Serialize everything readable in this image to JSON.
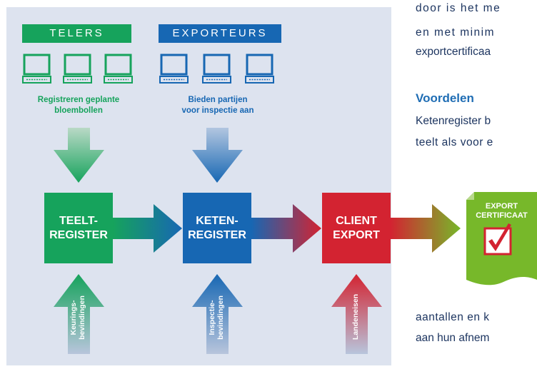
{
  "diagram": {
    "headers": {
      "telers": "TELERS",
      "exporteurs": "EXPORTEURS"
    },
    "subtitles": {
      "telers_line1": "Registreren geplante",
      "telers_line2": "bloembollen",
      "exporteurs_line1": "Bieden partijen",
      "exporteurs_line2": "voor inspectie aan"
    },
    "boxes": {
      "teelt_line1": "TEELT-",
      "teelt_line2": "REGISTER",
      "keten_line1": "KETEN-",
      "keten_line2": "REGISTER",
      "client_line1": "CLIENT",
      "client_line2": "EXPORT"
    },
    "bottom_labels": {
      "keurings": "Keurings-\nbevindingen",
      "inspectie": "Inspectie-\nbevindingen",
      "landen": "Landeneisen"
    },
    "certificate": {
      "line1": "EXPORT",
      "line2": "CERTIFICAAT"
    },
    "colors": {
      "green": "#16a35c",
      "blue": "#1767b3",
      "red": "#d32331",
      "cert_green": "#77b82a",
      "panel": "#dde3ef"
    }
  },
  "article": {
    "line1": "door is het me",
    "line2": "en met minim",
    "line3": "exportcertificaa",
    "heading": "Voordelen",
    "line4": "Ketenregister b",
    "line5": "teelt als voor e",
    "line6": "aantallen en k",
    "line7": "aan hun afnem"
  }
}
